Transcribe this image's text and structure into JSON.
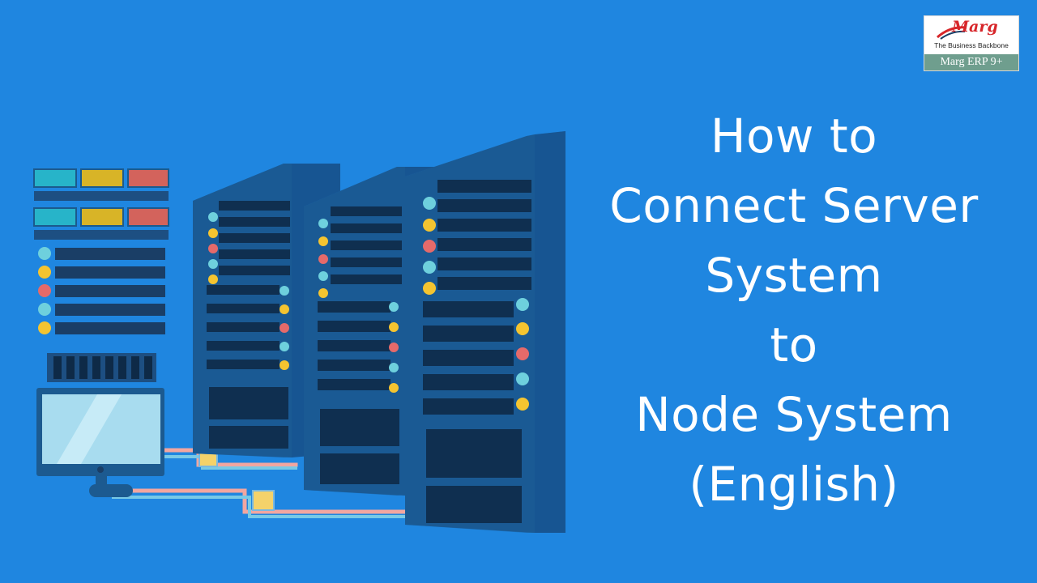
{
  "title": {
    "lines": [
      "How to",
      "Connect Server",
      "System",
      "to",
      "Node System",
      "(English)"
    ]
  },
  "logo": {
    "brand": "Marg",
    "tagline": "The Business Backbone",
    "product": "Marg ERP 9+"
  },
  "colors": {
    "background": "#1f86e0",
    "server_dark": "#1a4f80",
    "server_side": "#1c6aaf",
    "logo_red": "#d7262a",
    "logo_band": "#6f9e8e",
    "led_cyan": "#6ed0dd",
    "led_yellow": "#f4c430",
    "led_red": "#e56a6a"
  },
  "icons": [
    "server-rack-icon",
    "monitor-icon",
    "network-cable-icon"
  ]
}
